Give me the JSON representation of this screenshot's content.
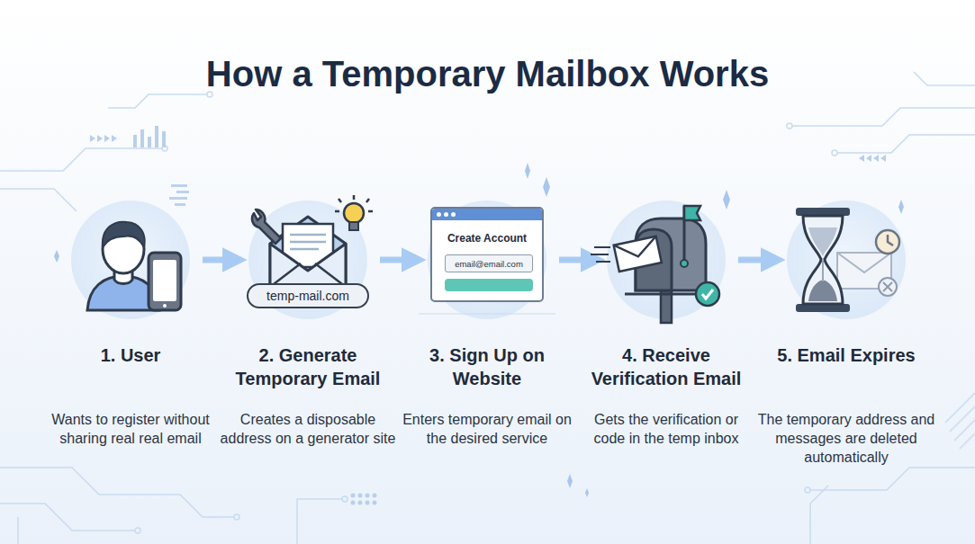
{
  "diagram": {
    "title": "How a Temporary Mailbox Works",
    "nodes": [
      {
        "text": [
          "1. User",
          "Wants to register without sharing real real email"
        ]
      },
      {
        "text": [
          "2. Generate Temporary Email",
          "Creates a disposable address on a generator site"
        ]
      },
      {
        "text": [
          "temp-mail.com"
        ],
        "in": 1
      },
      {
        "text": [
          "3. Sign Up on Website",
          "Enters temporary email on the desired service"
        ]
      },
      {
        "text": [
          "Create Account"
        ],
        "in": 3
      },
      {
        "text": [
          "email@email.com"
        ],
        "in": 4
      },
      {
        "text": [
          "4. Receive Verification Email",
          "Gets the verification or code in the temp inbox"
        ]
      },
      {
        "text": [
          "5. Email Expires",
          "The temporary address and messages are deleted automatically"
        ]
      }
    ],
    "edges": [
      {
        "from": 0,
        "to": 1,
        "arrow": "to"
      },
      {
        "from": 1,
        "to": 3,
        "arrow": "to"
      },
      {
        "from": 3,
        "to": 6,
        "arrow": "to"
      },
      {
        "from": 6,
        "to": 7,
        "arrow": "to"
      }
    ]
  }
}
